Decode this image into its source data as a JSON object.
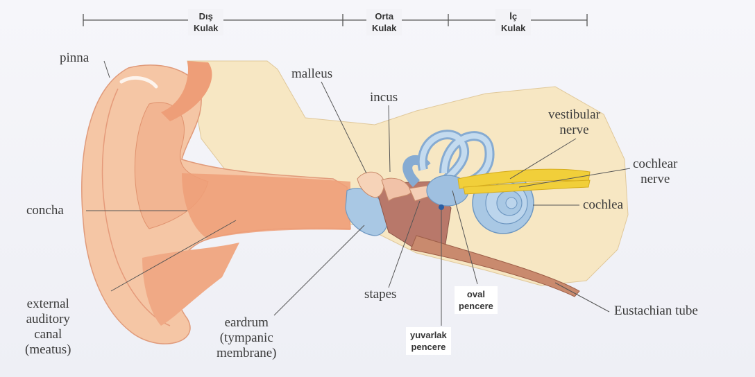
{
  "sections": [
    {
      "line1": "Dış",
      "line2": "Kulak"
    },
    {
      "line1": "Orta",
      "line2": "Kulak"
    },
    {
      "line1": "İç",
      "line2": "Kulak"
    }
  ],
  "labels": {
    "pinna": "pinna",
    "malleus": "malleus",
    "incus": "incus",
    "vestibular": [
      "vestibular",
      "nerve"
    ],
    "cochlear_nerve": [
      "cochlear",
      "nerve"
    ],
    "concha": "concha",
    "cochlea": "cochlea",
    "stapes": "stapes",
    "external_canal": [
      "external",
      "auditory",
      "canal",
      "(meatus)"
    ],
    "eardrum": [
      "eardrum",
      "(tympanic",
      "membrane)"
    ],
    "eustachian": "Eustachian tube"
  },
  "boxes": {
    "oval": [
      "oval",
      "pencere"
    ],
    "round": [
      "yuvarlak",
      "pencere"
    ]
  },
  "colors": {
    "skin": "#f5c6a5",
    "skin_dark": "#ec9f76",
    "bone": "#f7e7c3",
    "labyrinth": "#a9c8e4",
    "nerve": "#f1cf3a",
    "cavity": "#b8786a"
  }
}
